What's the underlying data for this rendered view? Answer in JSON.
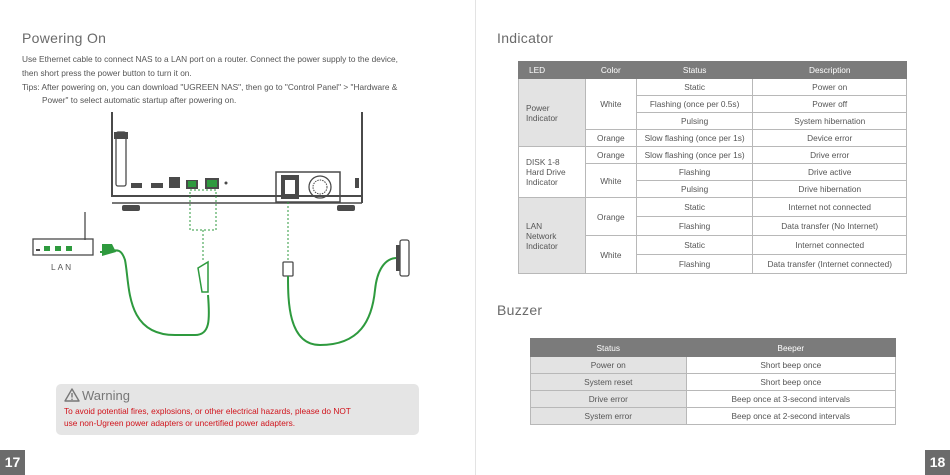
{
  "left_page": {
    "title": "Powering On",
    "body_line1": "Use Ethernet cable to connect NAS to a LAN port on a router. Connect the power supply to the device,",
    "body_line2": "then short press the power button to turn it on.",
    "tips_line1": "Tips: After powering on, you can download \"UGREEN NAS\", then go to \"Control Panel\" > \"Hardware &",
    "tips_line2": "Power\" to select automatic startup after powering on.",
    "router_label": "LAN",
    "warning": {
      "title": "Warning",
      "line1": "To avoid potential fires, explosions, or other electrical hazards, please do NOT",
      "line2": "use non-Ugreen power adapters or uncertified power adapters."
    },
    "page_number": "17"
  },
  "right_page": {
    "indicator_title": "Indicator",
    "indicator_table": {
      "headers": [
        "LED",
        "Color",
        "Status",
        "Description"
      ],
      "groups": {
        "power": {
          "led": "Power\nIndicator",
          "rows": [
            {
              "color": "White",
              "status": "Static",
              "description": "Power on"
            },
            {
              "color": "",
              "status": "Flashing (once per 0.5s)",
              "description": "Power off"
            },
            {
              "color": "",
              "status": "Pulsing",
              "description": "System hibernation"
            },
            {
              "color": "Orange",
              "status": "Slow flashing (once per 1s)",
              "description": "Device error"
            }
          ]
        },
        "disk": {
          "led": "DISK 1-8\nHard Drive\nIndicator",
          "rows": [
            {
              "color": "Orange",
              "status": "Slow flashing (once per 1s)",
              "description": "Drive error"
            },
            {
              "color": "White",
              "status": "Flashing",
              "description": "Drive active"
            },
            {
              "color": "",
              "status": "Pulsing",
              "description": "Drive hibernation"
            }
          ]
        },
        "lan": {
          "led": "LAN\nNetwork\nIndicator",
          "rows": [
            {
              "color": "Orange",
              "status": "Static",
              "description": "Internet not connected"
            },
            {
              "color": "",
              "status": "Flashing",
              "description": "Data transfer (No Internet)"
            },
            {
              "color": "White",
              "status": "Static",
              "description": "Internet connected"
            },
            {
              "color": "",
              "status": "Flashing",
              "description": "Data transfer (Internet connected)"
            }
          ]
        }
      }
    },
    "buzzer_title": "Buzzer",
    "buzzer_table": {
      "headers": [
        "Status",
        "Beeper"
      ],
      "rows": [
        {
          "status": "Power on",
          "beeper": "Short beep once"
        },
        {
          "status": "System reset",
          "beeper": "Short beep once"
        },
        {
          "status": "Drive error",
          "beeper": "Beep once at 3-second intervals"
        },
        {
          "status": "System error",
          "beeper": "Beep once at 2-second intervals"
        }
      ]
    },
    "page_number": "18"
  },
  "colors": {
    "header_gray": "#7b7b7b",
    "cell_gray": "#e3e3e3",
    "cable_green": "#2e9a3e",
    "warning_red": "#d0131b"
  }
}
